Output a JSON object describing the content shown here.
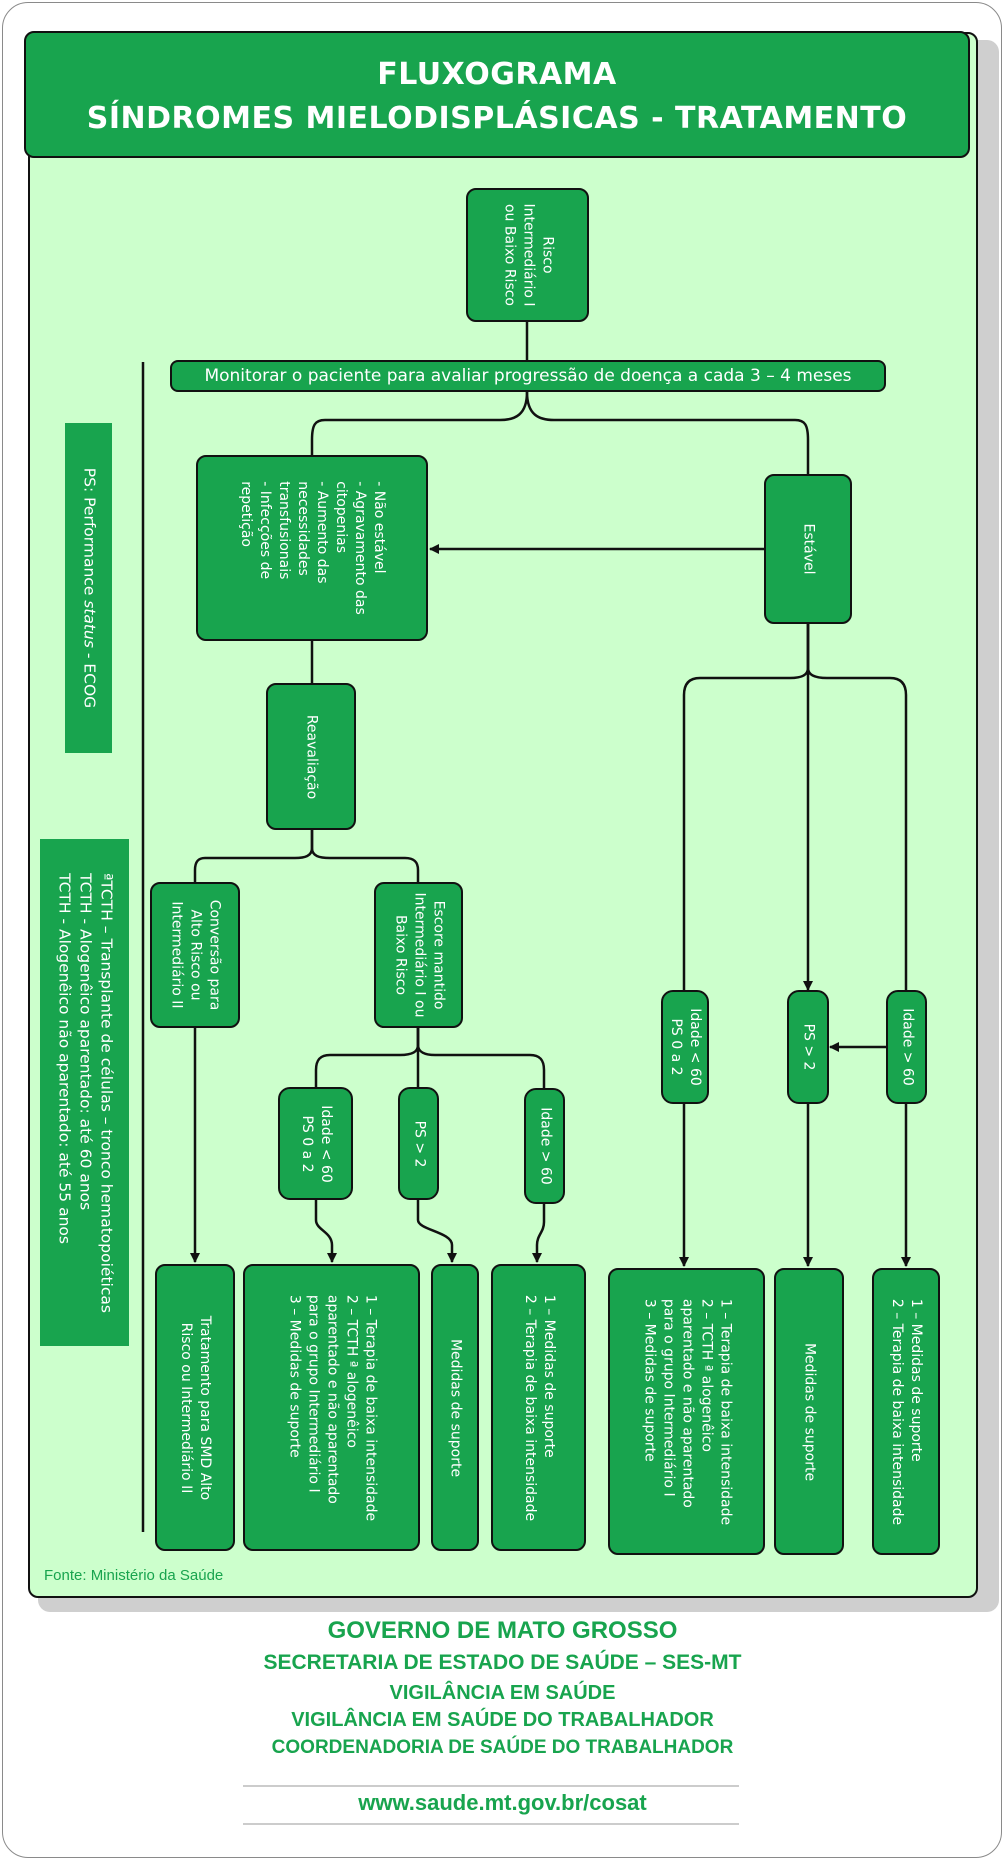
{
  "header": {
    "title_line1": "FLUXOGRAMA",
    "title_line2": "SÍNDROMES MIELODISPLÁSICAS - TRATAMENTO"
  },
  "nodes": {
    "risco": "Risco\nIntermediário I\nou Baixo Risco",
    "monitorar": "Monitorar o paciente para avaliar progressão de doença a cada 3 – 4 meses",
    "nao_estavel": "- Não estável\n- Agravamento das\ncitopenias\n- Aumento das\nnecessidades\ntransfusionais\n- Infecções de\nrepetição",
    "estavel": "Estável",
    "reavaliacao": "Reavaliação",
    "conversao": "Conversão para\nAlto Risco ou\nIntermediário II",
    "escore": "Escore mantido\nIntermediário I ou\nBaixo Risco",
    "idade_ps_left": "Idade < 60\nPS 0 a 2",
    "ps_left": "PS > 2",
    "idade60_left": "Idade > 60",
    "idade_ps_right": "Idade < 60\nPS 0 a 2",
    "ps_right": "PS > 2",
    "idade60_right": "Idade > 60",
    "trat_smd": "Tratamento para SMD Alto\nRisco ou Intermediário II",
    "terapia_left": "1 – Terapia de baixa intensidade\n2 – TCTH ª alogenêico\naparentado e não aparentado\npara o grupo Intermediário I\n3 – Medidas de suporte",
    "medidas_left": "Medidas de suporte",
    "medidas_terapia_left": "1 – Medidas de suporte\n2 – Terapia de baixa intensidade",
    "terapia_right": "1 – Terapia de baixa intensidade\n2 – TCTH ª alogenêico\naparentado e não aparentado\npara o grupo Intermediário I\n3 – Medidas de suporte",
    "medidas_right": "Medidas de suporte",
    "medidas_terapia_right": "1 – Medidas de suporte\n2 – Terapia de baixa intensidade"
  },
  "legend": {
    "ps_prefix": "PS: Performance ",
    "ps_status": "status",
    "ps_suffix": " - ECOG",
    "tcth": "ªTCTH – Transplante de células – tronco hematopoiéticas\nTCTH - Alogenêico aparentado: até 60 anos\nTCTH - Alogenêico não aparentado: até 55 anos"
  },
  "source": "Fonte: Ministério da Saúde",
  "footer": {
    "line1": "GOVERNO DE MATO GROSSO",
    "line2": "SECRETARIA DE ESTADO DE SAÚDE – SES-MT",
    "line3": "VIGILÂNCIA EM SAÚDE",
    "line4": "VIGILÂNCIA EM SAÚDE DO TRABALHADOR",
    "line5": "COORDENADORIA DE SAÚDE DO TRABALHADOR",
    "url": "www.saude.mt.gov.br/cosat"
  },
  "colors": {
    "primary_green": "#18a44e",
    "panel_green": "#ccffcc",
    "outline": "#111111"
  }
}
